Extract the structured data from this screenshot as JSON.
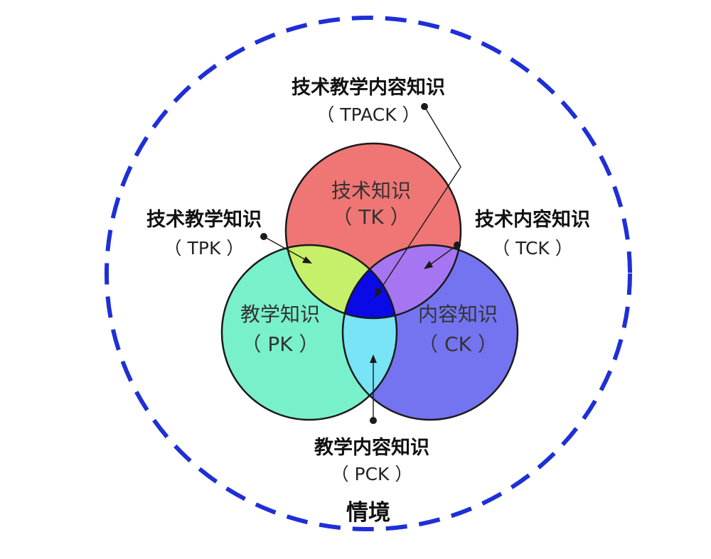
{
  "colors": {
    "context_border": "#1f2fd6",
    "tk_fill": "#f07575",
    "pk_fill": "#79f0cc",
    "ck_fill": "#7474f0",
    "tpk_fill": "#c6f06a",
    "tck_fill": "#a676f2",
    "pck_fill": "#78e4f6",
    "tpack_fill": "#0a0ae6",
    "outline": "#1a1a1a"
  },
  "context": {
    "label": "情境"
  },
  "circles": {
    "tk": {
      "name": "技术知识",
      "abbr": "（ TK ）"
    },
    "pk": {
      "name": "教学知识",
      "abbr": "（ PK ）"
    },
    "ck": {
      "name": "内容知识",
      "abbr": "（ CK ）"
    }
  },
  "callouts": {
    "tpack": {
      "name": "技术教学内容知识",
      "abbr": "（ TPACK ）"
    },
    "tpk": {
      "name": "技术教学知识",
      "abbr": "（ TPK ）"
    },
    "tck": {
      "name": "技术内容知识",
      "abbr": "（ TCK ）"
    },
    "pck": {
      "name": "教学内容知识",
      "abbr": "（ PCK ）"
    }
  }
}
